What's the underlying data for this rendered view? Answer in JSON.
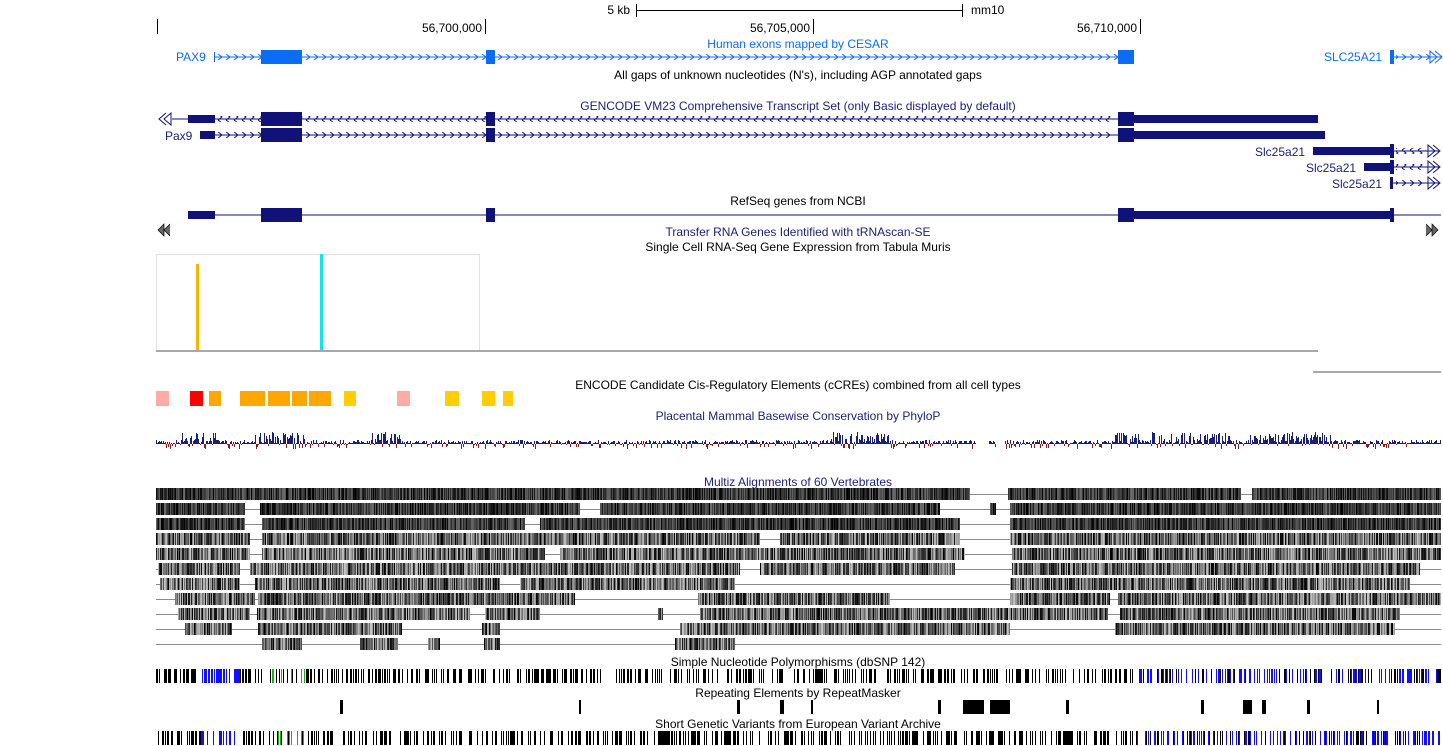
{
  "ruler": {
    "scale_label": "5 kb",
    "assembly": "mm10",
    "positions": [
      "56,700,000",
      "56,705,000",
      "56,710,000"
    ]
  },
  "tracks": {
    "cesar": {
      "title": "Human exons mapped by CESAR",
      "left_gene": "PAX9",
      "right_gene": "SLC25A21",
      "color": "#0b6cf5"
    },
    "gaps": {
      "title": "All gaps of unknown nucleotides (N's), including AGP annotated gaps"
    },
    "gencode": {
      "title": "GENCODE VM23 Comprehensive Transcript Set (only Basic displayed by default)",
      "gene_labels": [
        "Pax9",
        "Slc25a21",
        "Slc25a21",
        "Slc25a21"
      ],
      "color": "#11117a"
    },
    "refseq": {
      "title": "RefSeq genes from NCBI"
    },
    "trna": {
      "title": "Transfer RNA Genes Identified with tRNAscan-SE"
    },
    "tabula": {
      "title": "Single Cell RNA-Seq Gene Expression from Tabula Muris",
      "bar_colors": [
        "#f5b400",
        "#18e0f0"
      ]
    },
    "ccre": {
      "title": "ENCODE Candidate Cis-Regulatory Elements (cCREs) combined from all cell types",
      "colors": {
        "pls": "#ff0000",
        "pels": "#ffa700",
        "dels": "#ffcd00",
        "ctcf": "#ffaaaa"
      }
    },
    "phylop": {
      "title": "Placental Mammal Basewise Conservation by PhyloP",
      "pos_color": "#1a1f7a",
      "neg_color": "#8b1a1a"
    },
    "multiz": {
      "title": "Multiz Alignments of 60 Vertebrates"
    },
    "snp": {
      "title": "Simple Nucleotide Polymorphisms (dbSNP 142)"
    },
    "repeats": {
      "title": "Repeating Elements by RepeatMasker"
    },
    "eva": {
      "title": "Short Genetic Variants from European Variant Archive"
    }
  }
}
